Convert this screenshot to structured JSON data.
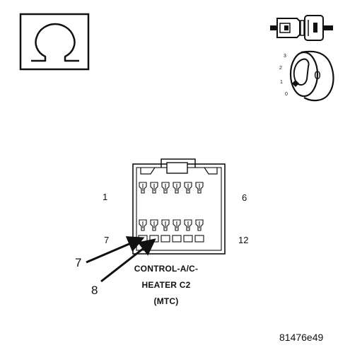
{
  "pin_labels": {
    "top_left": "1",
    "top_right": "6",
    "bottom_left": "7",
    "bottom_right": "12"
  },
  "callouts": {
    "first": "7",
    "second": "8"
  },
  "title": {
    "line1": "CONTROL-A/C-",
    "line2": "HEATER C2",
    "line3": "(MTC)"
  },
  "reference_id": "81476e49",
  "ignition_positions": [
    "3",
    "2",
    "1",
    "0"
  ],
  "ignition_key_position": "0",
  "icons": [
    "ohmmeter-symbol-icon",
    "connector-disconnected-icon",
    "ignition-switch-icon"
  ],
  "colors": {
    "ink": "#111111",
    "background": "#ffffff"
  }
}
